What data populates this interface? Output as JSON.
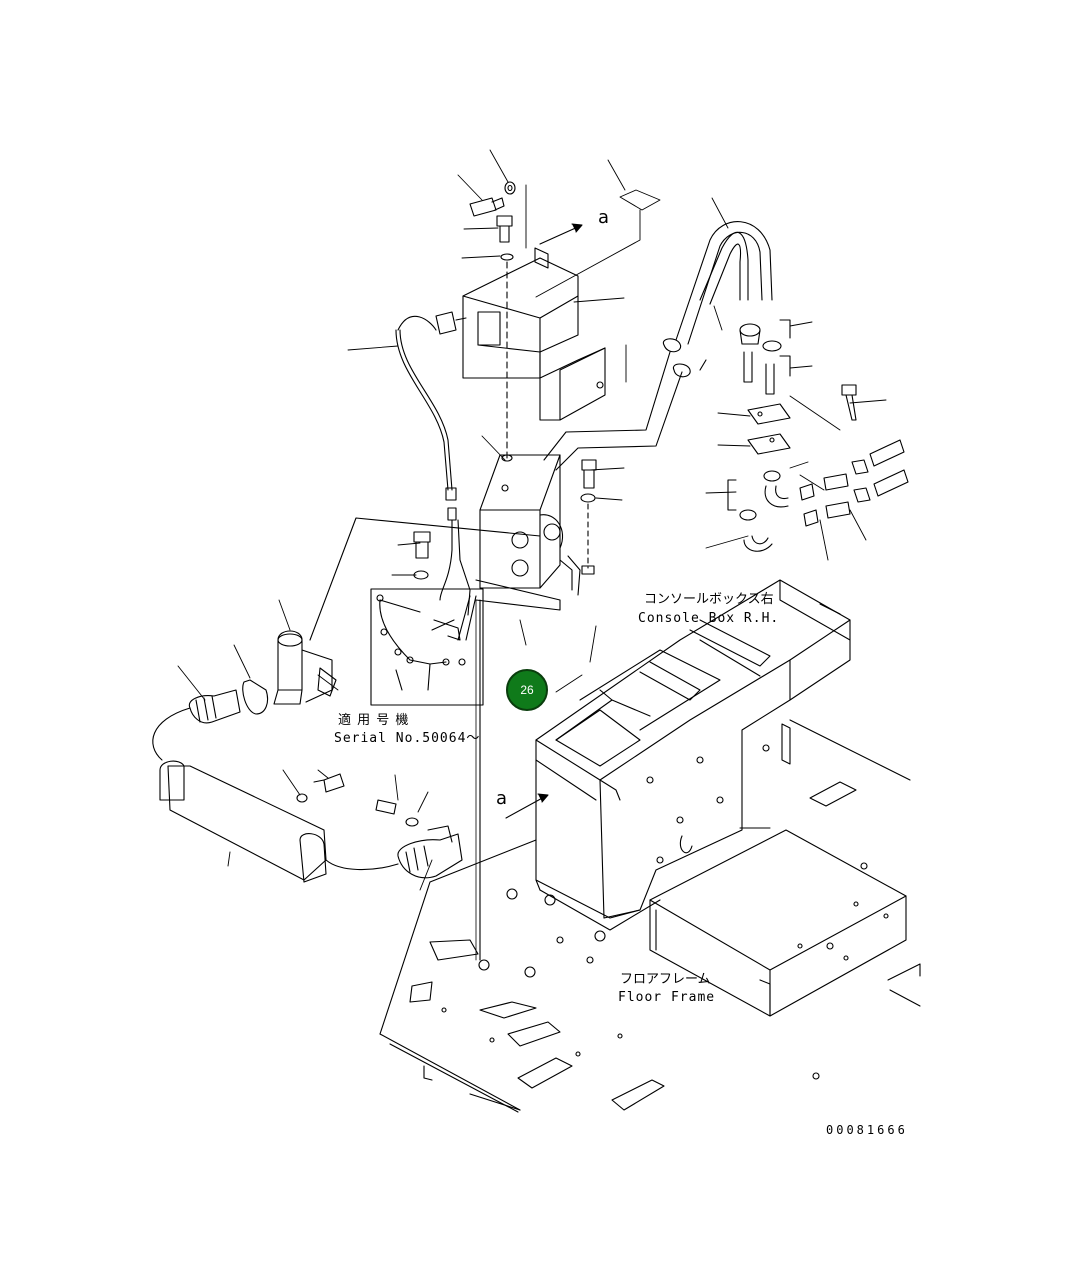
{
  "labels": {
    "applicable_jp": "適 用 号 機",
    "serial": "Serial No.50064～",
    "console_jp": "コンソールボックス右",
    "console_en": "Console Box R.H.",
    "floor_jp": "フロアフレーム",
    "floor_en": "Floor Frame",
    "ref_a_top": "a",
    "ref_a_bottom": "a",
    "drawing_number": "00081666"
  },
  "hotspot": {
    "label": "26",
    "color": "#0f7a1a"
  }
}
